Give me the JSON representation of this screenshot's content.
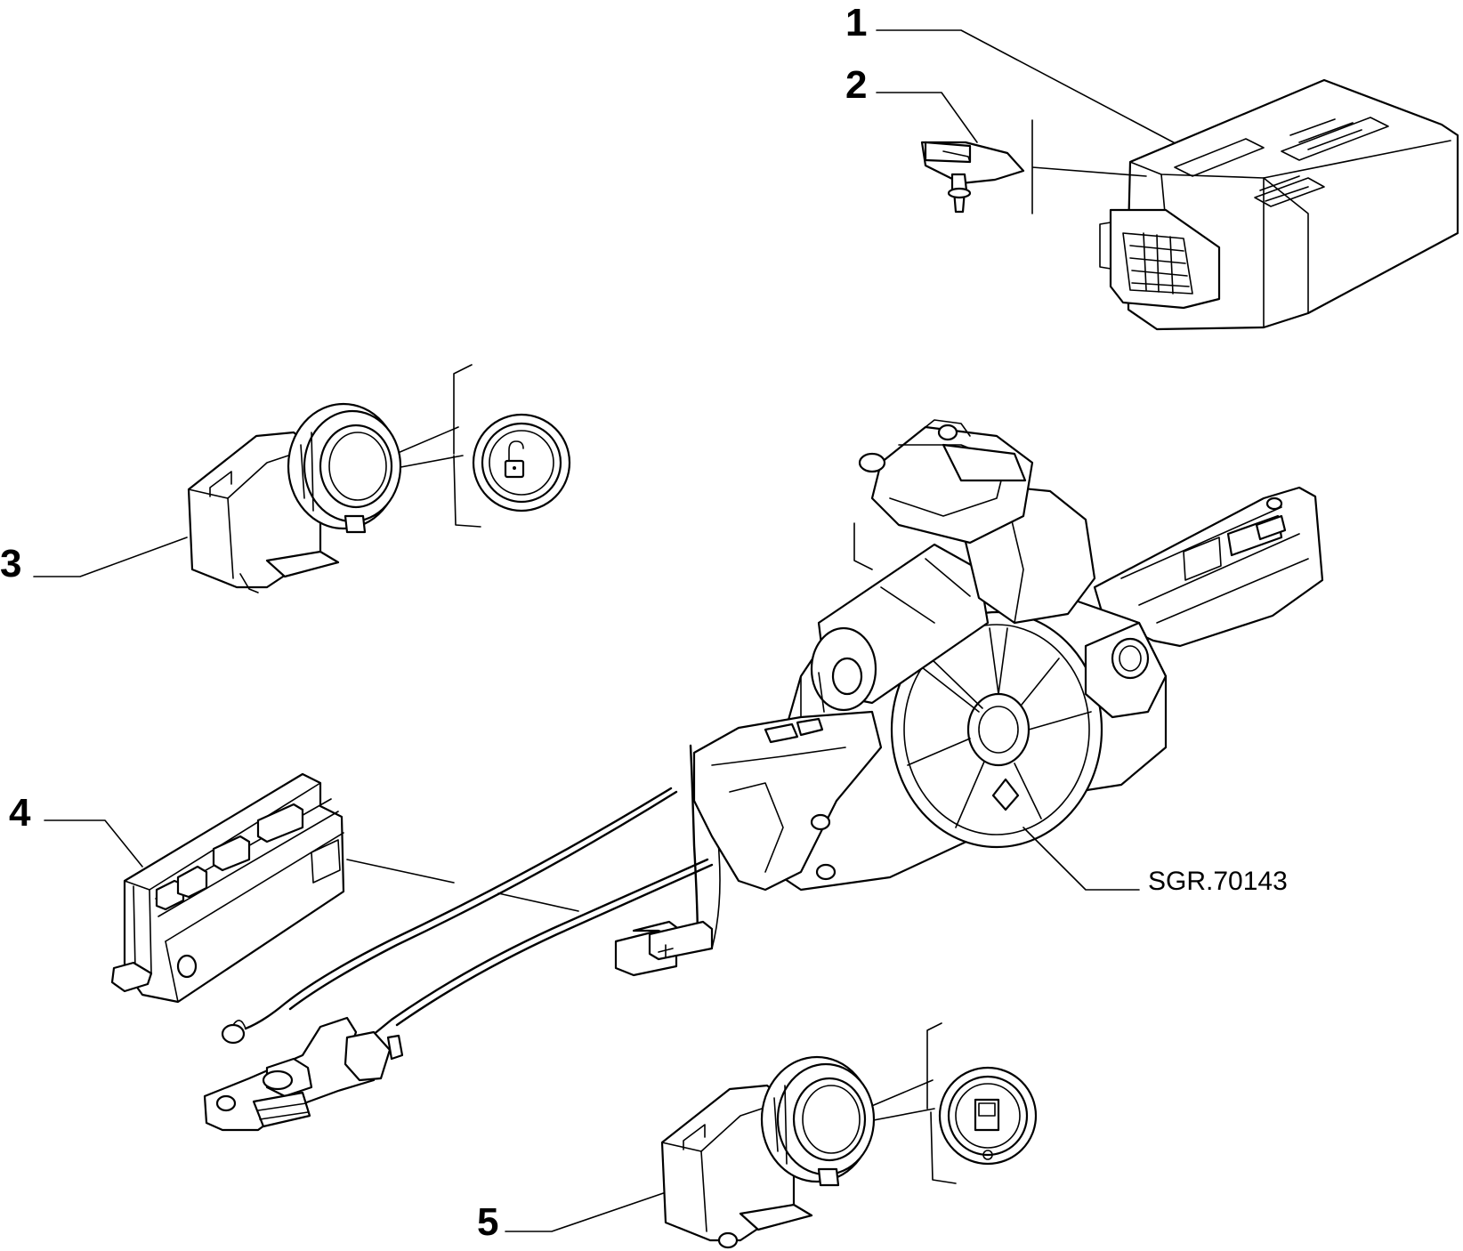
{
  "diagram": {
    "reference_code": "SGR.70143",
    "callouts": [
      {
        "id": "1",
        "label": "1"
      },
      {
        "id": "2",
        "label": "2"
      },
      {
        "id": "3",
        "label": "3"
      },
      {
        "id": "4",
        "label": "4"
      },
      {
        "id": "5",
        "label": "5"
      }
    ]
  }
}
